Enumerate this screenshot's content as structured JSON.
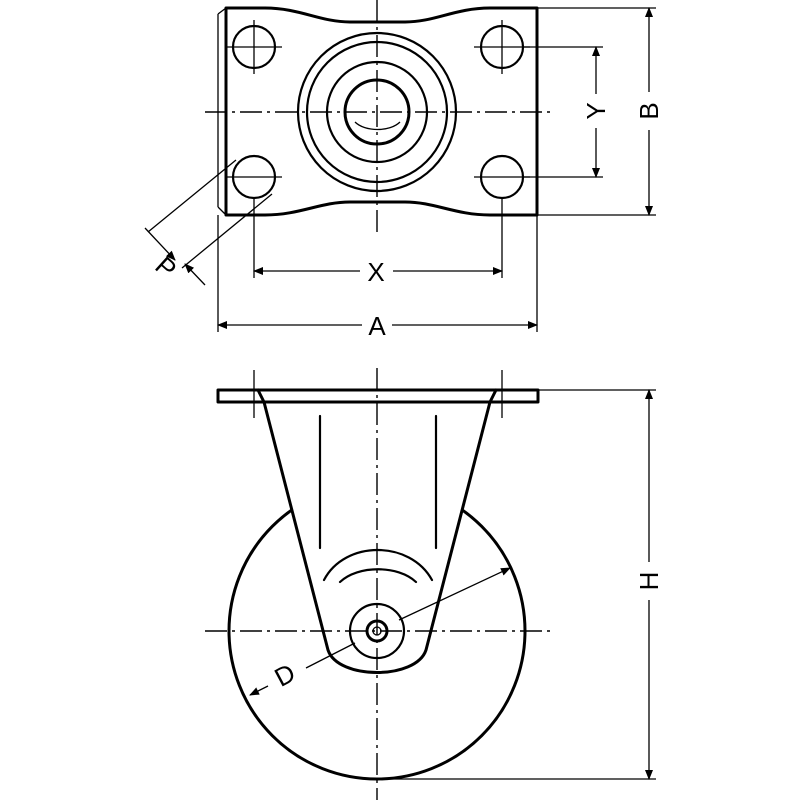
{
  "drawing": {
    "views": [
      "top-view-mounting-plate",
      "side-view-rigid-caster"
    ],
    "dimension_labels": {
      "A": "A",
      "B": "B",
      "X": "X",
      "Y": "Y",
      "P": "P",
      "H": "H",
      "D": "D"
    },
    "colors": {
      "line": "#000000",
      "background": "#ffffff"
    }
  }
}
